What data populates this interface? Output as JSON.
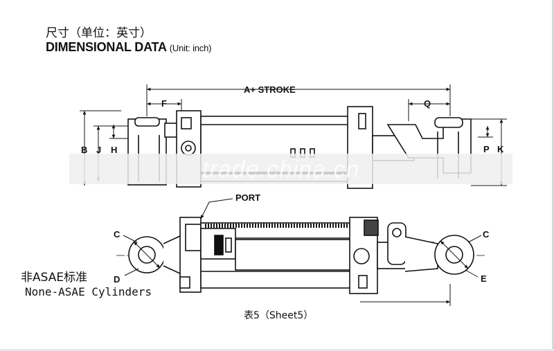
{
  "header": {
    "title_cn": "尺寸（单位：英寸）",
    "title_en": "DIMENSIONAL DATA",
    "unit": "(Unit: inch)"
  },
  "top_view": {
    "stroke_label": "A+ STROKE",
    "labels": {
      "F": "F",
      "Q": "Q",
      "B": "B",
      "J": "J",
      "H": "H",
      "P": "P",
      "K": "K"
    }
  },
  "bottom_view": {
    "port_label": "PORT",
    "labels": {
      "C_left": "C",
      "D": "D",
      "C_right": "C",
      "E": "E"
    }
  },
  "side_note": {
    "cn": "非ASAE标准",
    "en": "None-ASAE Cylinders"
  },
  "caption": "表5（Sheet5）",
  "watermark": "trade.china.cn",
  "colors": {
    "line": "#111111",
    "bg": "#ffffff",
    "watermark_band": "#e8e8e8"
  }
}
